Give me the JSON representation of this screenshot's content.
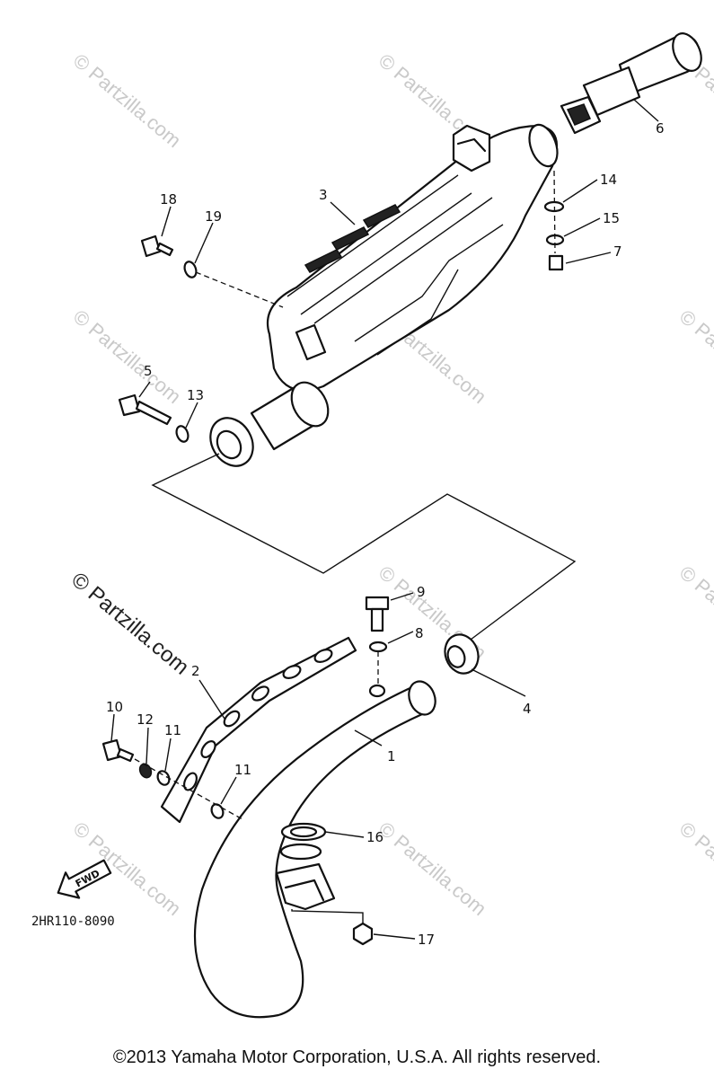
{
  "diagram": {
    "callouts": [
      "1",
      "2",
      "3",
      "4",
      "5",
      "6",
      "7",
      "8",
      "9",
      "10",
      "11",
      "11",
      "12",
      "13",
      "14",
      "15",
      "16",
      "17",
      "18",
      "19"
    ],
    "drawing_code": "2HR110-8090",
    "fwd_label": "FWD",
    "watermark_main": "© Partzilla.com",
    "watermark_repeat": "© Partzilla.com"
  },
  "footer": {
    "copyright": "©2013 Yamaha Motor Corporation, U.S.A. All rights reserved."
  }
}
